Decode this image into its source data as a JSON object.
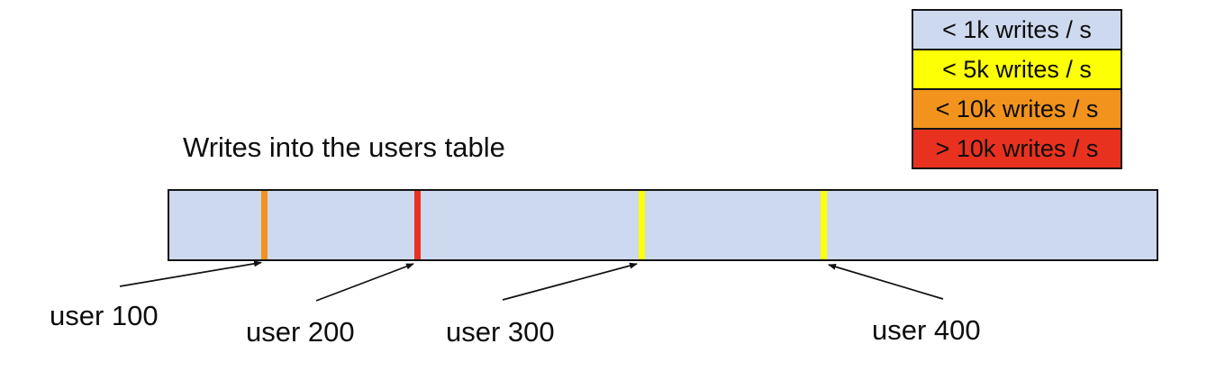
{
  "title": "Writes into the users table",
  "legend": {
    "items": [
      {
        "label": "< 1k writes / s",
        "color": "#cdd9ee"
      },
      {
        "label": "< 5k writes / s",
        "color": "#fdff04"
      },
      {
        "label": "< 10k writes / s",
        "color": "#f1931d"
      },
      {
        "label": "> 10k writes / s",
        "color": "#e93120"
      }
    ]
  },
  "bar": {
    "fill_color": "#cdd9ee",
    "border_color": "#141414",
    "marks": [
      {
        "user": "user-100",
        "color": "#f1931d",
        "x_pct": 9.3
      },
      {
        "user": "user-200",
        "color": "#e93120",
        "x_pct": 24.8
      },
      {
        "user": "user-300",
        "color": "#fdff04",
        "x_pct": 47.5
      },
      {
        "user": "user-400",
        "color": "#fdff04",
        "x_pct": 66.0
      }
    ]
  },
  "annotations": [
    {
      "label": "user 100"
    },
    {
      "label": "user 200"
    },
    {
      "label": "user 300"
    },
    {
      "label": "user 400"
    }
  ]
}
